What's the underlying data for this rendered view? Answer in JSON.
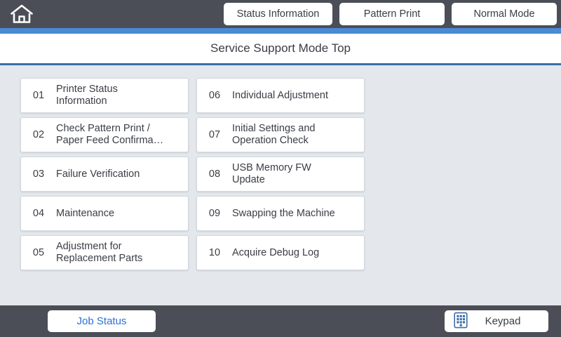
{
  "header": {
    "home_icon": "home-icon",
    "buttons": [
      {
        "id": "status-information",
        "label": "Status Information"
      },
      {
        "id": "pattern-print",
        "label": "Pattern Print"
      },
      {
        "id": "normal-mode",
        "label": "Normal Mode"
      }
    ]
  },
  "page": {
    "title": "Service Support Mode Top"
  },
  "menu": {
    "left_column": [
      {
        "number": "01",
        "label": "Printer Status\nInformation"
      },
      {
        "number": "02",
        "label": "Check Pattern Print /\nPaper Feed Confirma…"
      },
      {
        "number": "03",
        "label": "Failure Verification"
      },
      {
        "number": "04",
        "label": "Maintenance"
      },
      {
        "number": "05",
        "label": "Adjustment for\nReplacement Parts"
      }
    ],
    "right_column": [
      {
        "number": "06",
        "label": "Individual Adjustment"
      },
      {
        "number": "07",
        "label": "Initial Settings and\nOperation Check"
      },
      {
        "number": "08",
        "label": "USB Memory FW\nUpdate"
      },
      {
        "number": "09",
        "label": "Swapping the Machine"
      },
      {
        "number": "10",
        "label": "Acquire Debug Log"
      }
    ]
  },
  "footer": {
    "job_status_label": "Job Status",
    "keypad_label": "Keypad",
    "keypad_icon": "keypad-icon"
  },
  "colors": {
    "header_bar": "#4b4e57",
    "accent_blue": "#4a8bd4",
    "title_underline": "#3c6ea5",
    "content_bg": "#e4e8ec",
    "card_bg": "#ffffff",
    "text_primary": "#3a3d45",
    "link_blue": "#2c6fd8"
  }
}
